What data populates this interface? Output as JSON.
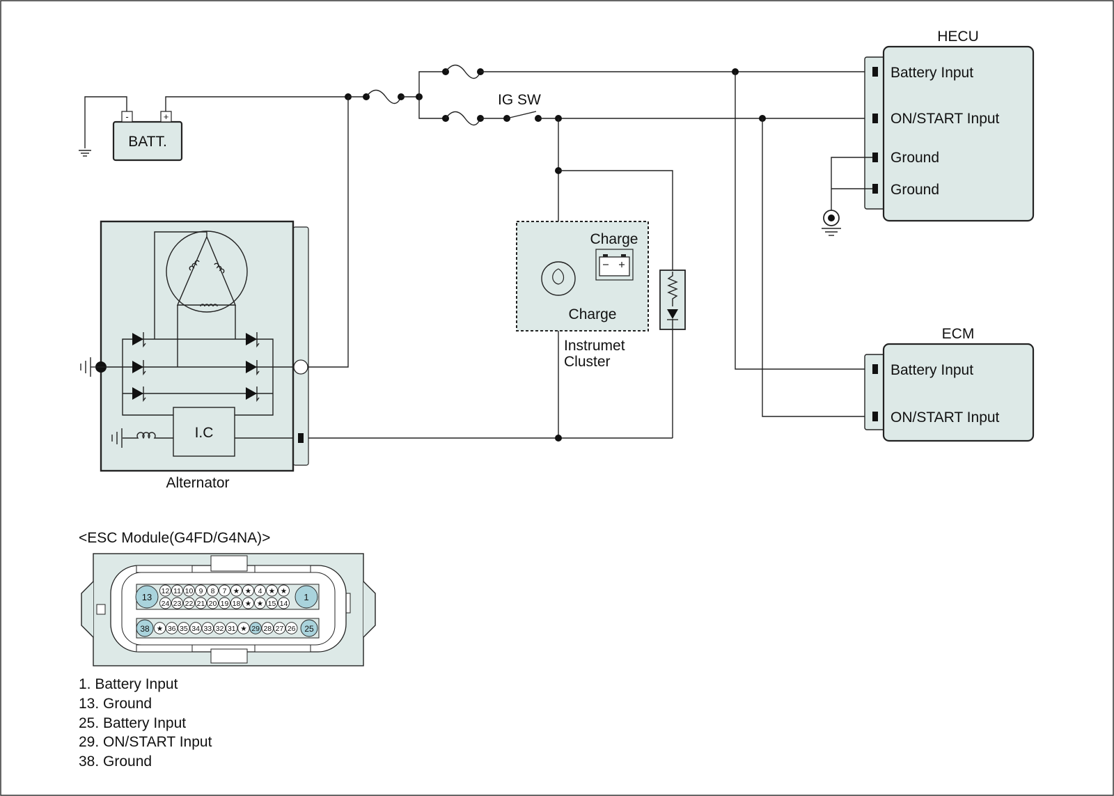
{
  "labels": {
    "battery": "BATT.",
    "ig_switch": "IG SW",
    "alternator": "Alternator",
    "ic": "I.C",
    "cluster_line1": "Instrumet",
    "cluster_line2": "Cluster",
    "charge_lamp": "Charge",
    "charge_indicator": "Charge",
    "batt_minus": "-",
    "batt_plus": "+"
  },
  "hecu": {
    "title": "HECU",
    "pins": [
      "Battery Input",
      "ON/START Input",
      "Ground",
      "Ground"
    ]
  },
  "ecm": {
    "title": "ECM",
    "pins": [
      "Battery Input",
      "ON/START Input"
    ]
  },
  "connector": {
    "title": "<ESC Module(G4FD/G4NA)>",
    "row1": [
      "12",
      "11",
      "10",
      "9",
      "8",
      "7",
      "★",
      "★",
      "4",
      "★",
      "★"
    ],
    "row2": [
      "24",
      "23",
      "22",
      "21",
      "20",
      "19",
      "18",
      "★",
      "★",
      "15",
      "14"
    ],
    "row3": [
      "★",
      "36",
      "35",
      "34",
      "33",
      "32",
      "31",
      "★",
      "29",
      "28",
      "27",
      "26"
    ],
    "big_left_top": "13",
    "big_right_top": "1",
    "big_left_bottom": "38",
    "big_right_bottom": "25",
    "highlighted": [
      "29"
    ]
  },
  "pin_list": [
    "1. Battery Input",
    "13. Ground",
    "25. Battery Input",
    "29. ON/START Input",
    "38. Ground"
  ]
}
